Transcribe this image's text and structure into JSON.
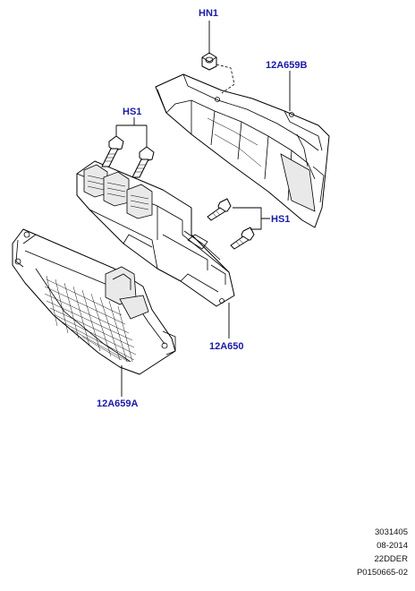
{
  "callouts": {
    "hn1": "HN1",
    "bracket_upper": "12A659B",
    "screws_left": "HS1",
    "screws_right": "HS1",
    "module": "12A650",
    "bracket_lower": "12A659A"
  },
  "meta": {
    "line1": "3031405",
    "line2": "08-2014",
    "line3": "22DDER",
    "line4": "P0150665-02"
  },
  "colors": {
    "callout_text": "#1a1aa6",
    "line_art": "#000000"
  }
}
